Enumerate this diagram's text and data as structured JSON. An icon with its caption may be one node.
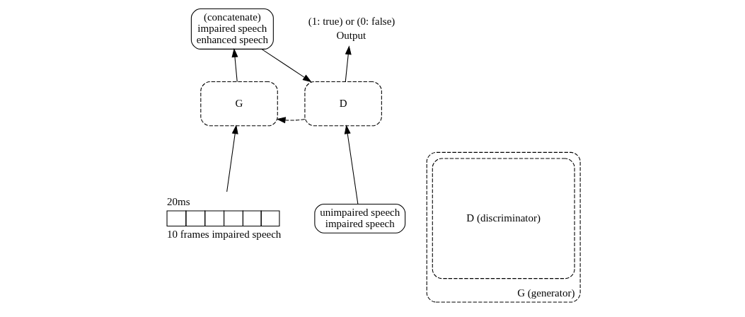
{
  "diagram": {
    "nodes": [
      {
        "text": [
          "(concatenate)",
          "impaired speech",
          "enhanced speech"
        ]
      },
      {
        "text": [
          "G"
        ]
      },
      {
        "text": [
          "D"
        ]
      },
      {
        "text": [
          "Output"
        ],
        "beside": [
          "(1: true) or (0: false)"
        ]
      },
      {
        "text": [],
        "shape": "bar",
        "beside": [
          "20ms",
          "10 frames impaired speech"
        ]
      },
      {
        "text": [
          "unimpaired speech",
          "impaired speech"
        ]
      },
      {
        "text": [
          "G (generator)"
        ]
      },
      {
        "text": [
          "D (discriminator)"
        ],
        "in": 6
      }
    ],
    "edges": [
      {
        "from": 4,
        "to": 1,
        "arrow": "to"
      },
      {
        "from": 1,
        "to": 0,
        "arrow": "to"
      },
      {
        "from": 0,
        "to": 2,
        "arrow": "to"
      },
      {
        "from": 2,
        "to": 1,
        "arrow": "to",
        "style": "dashed"
      },
      {
        "from": 2,
        "to": 3,
        "arrow": "to"
      },
      {
        "from": 5,
        "to": 2,
        "arrow": "to"
      }
    ]
  }
}
